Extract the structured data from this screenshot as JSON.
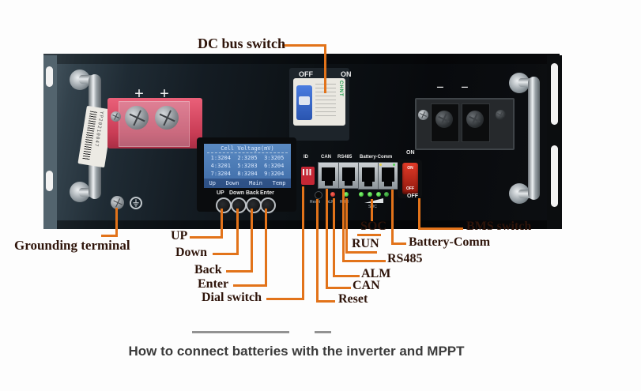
{
  "colors": {
    "accent_line": "#e2731a",
    "label_text": "#2e140a",
    "caption_text": "#3b3b3b"
  },
  "title": "How to connect batteries with the inverter and MPPT",
  "callouts": {
    "dc_bus_switch": "DC bus switch",
    "grounding_terminal": "Grounding terminal",
    "up": "UP",
    "down": "Down",
    "back": "Back",
    "enter": "Enter",
    "dial_switch": "Dial switch",
    "reset": "Reset",
    "can": "CAN",
    "alm": "ALM",
    "rs485": "RS485",
    "run": "RUN",
    "soc": "SOC",
    "battery_comm": "Battery-Comm",
    "bms_switch": "BMS switch"
  },
  "panel": {
    "serial": "YP20210047",
    "breaker": {
      "off_label": "OFF",
      "on_label": "ON",
      "brand": "CHNT"
    },
    "lcd": {
      "title": "Cell Voltage(mV)",
      "rows": [
        "1:3204  2:3205  3:3205",
        "4:3201  5:3203  6:3204",
        "7:3204  8:3204  9:3204"
      ],
      "menu": "Up   Down   Main   Temp"
    },
    "button_labels": [
      "UP",
      "Down",
      "Back",
      "Enter"
    ],
    "port_labels": {
      "id": "ID",
      "can": "CAN",
      "rs485": "RS485",
      "battery_comm": "Battery-Comm"
    },
    "indicator_labels": {
      "reset": "Reset",
      "alm": "ALM",
      "run": "RUN",
      "soc": "SOC"
    },
    "bms": {
      "on": "ON",
      "off": "OFF",
      "rocker_on": "ON",
      "rocker_off": "OFF"
    },
    "terminal_marks": {
      "plus1": "+",
      "plus2": "+",
      "minus1": "−",
      "minus2": "−"
    }
  }
}
